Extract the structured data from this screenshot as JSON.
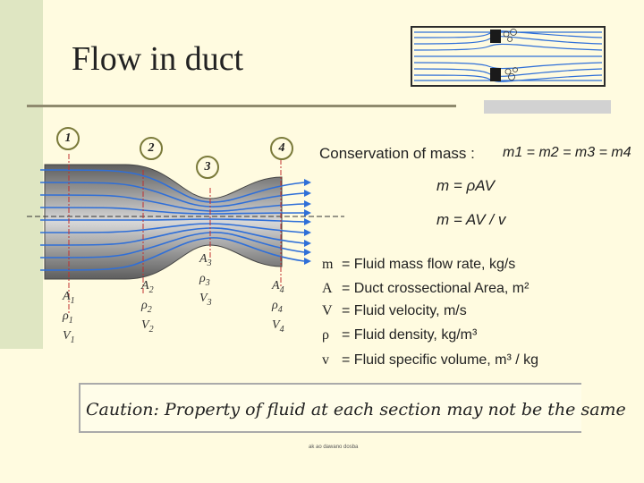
{
  "title": "Flow in duct",
  "sections": [
    {
      "badge": "1",
      "area": "A",
      "sub": "1",
      "density": "ρ",
      "velocity": "V"
    },
    {
      "badge": "2",
      "area": "A",
      "sub": "2",
      "density": "ρ",
      "velocity": "V"
    },
    {
      "badge": "3",
      "area": "A",
      "sub": "3",
      "density": "ρ",
      "velocity": "V"
    },
    {
      "badge": "4",
      "area": "A",
      "sub": "4",
      "density": "ρ",
      "velocity": "V"
    }
  ],
  "conservation": {
    "label": "Conservation of mass :",
    "equation": "m1 = m2 = m3 = m4",
    "mass_flow_formula": "m = ρAV",
    "mass_flow_alt_formula": "m = AV / v"
  },
  "legend": [
    {
      "symbol": "m",
      "definition": "= Fluid mass flow rate, kg/s"
    },
    {
      "symbol": "A",
      "definition": "= Duct crossectional Area, m²"
    },
    {
      "symbol": "V",
      "definition": "= Fluid velocity, m/s"
    },
    {
      "symbol": "ρ",
      "definition": "= Fluid density, kg/m³"
    },
    {
      "symbol": "v",
      "definition": "= Fluid specific volume,  m³ / kg"
    }
  ],
  "caution": "Caution: Property of fluid at each section may not be the same",
  "footer": "ak ao dawano dosba",
  "colors": {
    "streamline": "#2f6fd8",
    "duct": "#8a8a8a",
    "badge_border": "#7a7a3a",
    "section_line": "#c03030"
  }
}
